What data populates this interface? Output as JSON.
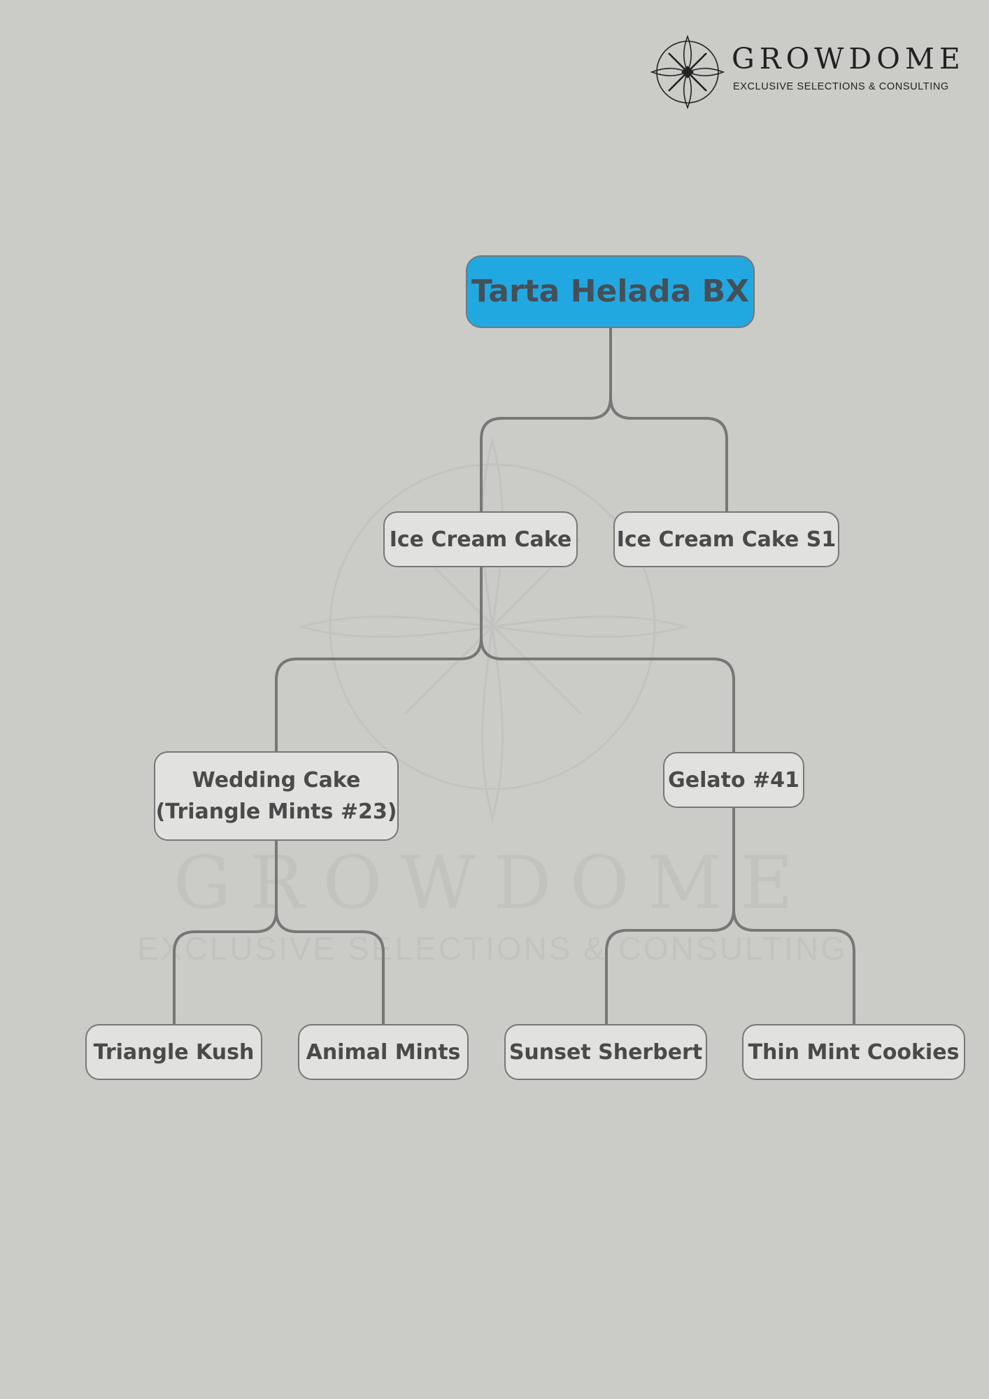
{
  "brand": {
    "name": "GROWDOME",
    "tagline": "EXCLUSIVE SELECTIONS & CONSULTING"
  },
  "tree": {
    "root": "Tarta Helada BX",
    "parents": [
      "Ice Cream Cake",
      "Ice Cream Cake S1"
    ],
    "grandparents": {
      "left": {
        "line1": "Wedding Cake",
        "line2": "(Triangle Mints #23)"
      },
      "right": "Gelato #41"
    },
    "great_grandparents": [
      "Triangle Kush",
      "Animal Mints",
      "Sunset Sherbert",
      "Thin Mint Cookies"
    ]
  },
  "colors": {
    "background": "#cbccc7",
    "root_fill": "#22a8e0",
    "node_fill": "#e1e1e0",
    "line": "#777777",
    "text": "#4a4a4a"
  }
}
